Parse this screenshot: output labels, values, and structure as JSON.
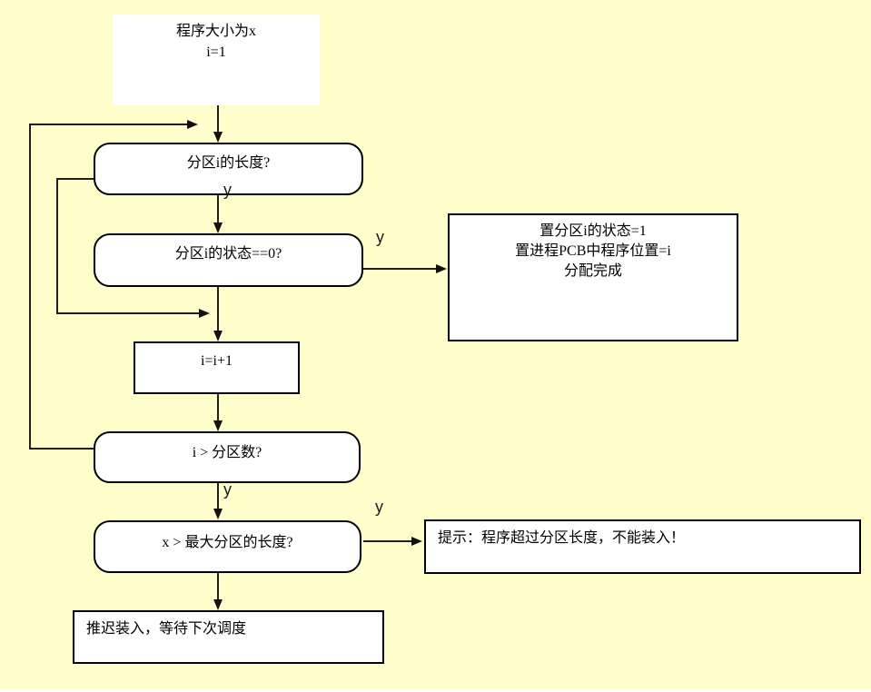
{
  "canvas": {
    "background_color": "#FFFFCC",
    "node_fill_color": "#FFFFFF",
    "line_color": "#1F1F1F",
    "border_color": "#000000"
  },
  "nodes": {
    "start": {
      "line1": "程序大小为x",
      "line2": "i=1"
    },
    "q_length": {
      "label": "分区i的长度?"
    },
    "q_status": {
      "label": "分区i的状态==0?"
    },
    "assign": {
      "line1": "置分区i的状态=1",
      "line2": "置进程PCB中程序位置=i",
      "line3": "分配完成"
    },
    "increment": {
      "label": "i=i+1"
    },
    "q_count": {
      "label": "i > 分区数?"
    },
    "q_maxlen": {
      "label": "x > 最大分区的长度?"
    },
    "hint": {
      "label": "提示：程序超过分区长度，不能装入！"
    },
    "defer": {
      "label": "推迟装入，等待下次调度"
    }
  },
  "edge_labels": {
    "y_after_length": "y",
    "y_status_branch": "y",
    "y_after_count": "y",
    "y_maxlen_branch": "y"
  }
}
